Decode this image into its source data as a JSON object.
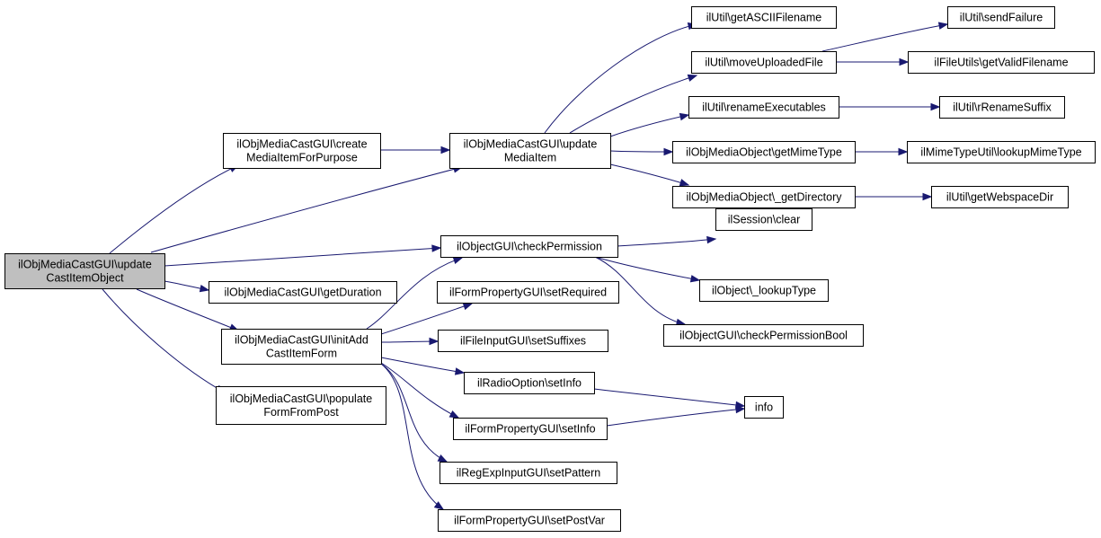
{
  "diagram": {
    "type": "call-graph",
    "colors": {
      "edge": "#191970",
      "root_fill": "#bfbfbf",
      "node_fill": "#ffffff",
      "border": "#000000"
    },
    "nodes": {
      "root": [
        "ilObjMediaCastGUI\\update",
        "CastItemObject"
      ],
      "create": [
        "ilObjMediaCastGUI\\create",
        "MediaItemForPurpose"
      ],
      "update_mi": [
        "ilObjMediaCastGUI\\update",
        "MediaItem"
      ],
      "getascii": [
        "ilUtil\\getASCIIFilename"
      ],
      "moveupl": [
        "ilUtil\\moveUploadedFile"
      ],
      "sendfail": [
        "ilUtil\\sendFailure"
      ],
      "validfn": [
        "ilFileUtils\\getValidFilename"
      ],
      "renameexe": [
        "ilUtil\\renameExecutables"
      ],
      "rrename": [
        "ilUtil\\rRenameSuffix"
      ],
      "getmime": [
        "ilObjMediaObject\\getMimeType"
      ],
      "lookupmime": [
        "ilMimeTypeUtil\\lookupMimeType"
      ],
      "getdir": [
        "ilObjMediaObject\\_getDirectory"
      ],
      "webspace": [
        "ilUtil\\getWebspaceDir"
      ],
      "checkperm": [
        "ilObjectGUI\\checkPermission"
      ],
      "sessclear": [
        "ilSession\\clear"
      ],
      "lookuptype": [
        "ilObject\\_lookupType"
      ],
      "checkpermbool": [
        "ilObjectGUI\\checkPermissionBool"
      ],
      "getduration": [
        "ilObjMediaCastGUI\\getDuration"
      ],
      "initadd": [
        "ilObjMediaCastGUI\\initAdd",
        "CastItemForm"
      ],
      "setrequired": [
        "ilFormPropertyGUI\\setRequired"
      ],
      "setsuffixes": [
        "ilFileInputGUI\\setSuffixes"
      ],
      "radioinfo": [
        "ilRadioOption\\setInfo"
      ],
      "info": [
        "info"
      ],
      "fpinfo": [
        "ilFormPropertyGUI\\setInfo"
      ],
      "pattern": [
        "ilRegExpInputGUI\\setPattern"
      ],
      "postvar": [
        "ilFormPropertyGUI\\setPostVar"
      ],
      "populate": [
        "ilObjMediaCastGUI\\populate",
        "FormFromPost"
      ]
    },
    "edges": [
      [
        "root",
        "create"
      ],
      [
        "root",
        "update_mi"
      ],
      [
        "root",
        "checkperm"
      ],
      [
        "root",
        "getduration"
      ],
      [
        "root",
        "initadd"
      ],
      [
        "root",
        "populate"
      ],
      [
        "create",
        "update_mi"
      ],
      [
        "update_mi",
        "getascii"
      ],
      [
        "update_mi",
        "moveupl"
      ],
      [
        "update_mi",
        "renameexe"
      ],
      [
        "update_mi",
        "getmime"
      ],
      [
        "update_mi",
        "getdir"
      ],
      [
        "moveupl",
        "sendfail"
      ],
      [
        "moveupl",
        "validfn"
      ],
      [
        "renameexe",
        "rrename"
      ],
      [
        "getmime",
        "lookupmime"
      ],
      [
        "getdir",
        "webspace"
      ],
      [
        "checkperm",
        "sessclear"
      ],
      [
        "checkperm",
        "lookuptype"
      ],
      [
        "checkperm",
        "checkpermbool"
      ],
      [
        "initadd",
        "checkperm"
      ],
      [
        "initadd",
        "setrequired"
      ],
      [
        "initadd",
        "setsuffixes"
      ],
      [
        "initadd",
        "radioinfo"
      ],
      [
        "initadd",
        "fpinfo"
      ],
      [
        "initadd",
        "pattern"
      ],
      [
        "initadd",
        "postvar"
      ],
      [
        "radioinfo",
        "info"
      ],
      [
        "fpinfo",
        "info"
      ]
    ]
  }
}
